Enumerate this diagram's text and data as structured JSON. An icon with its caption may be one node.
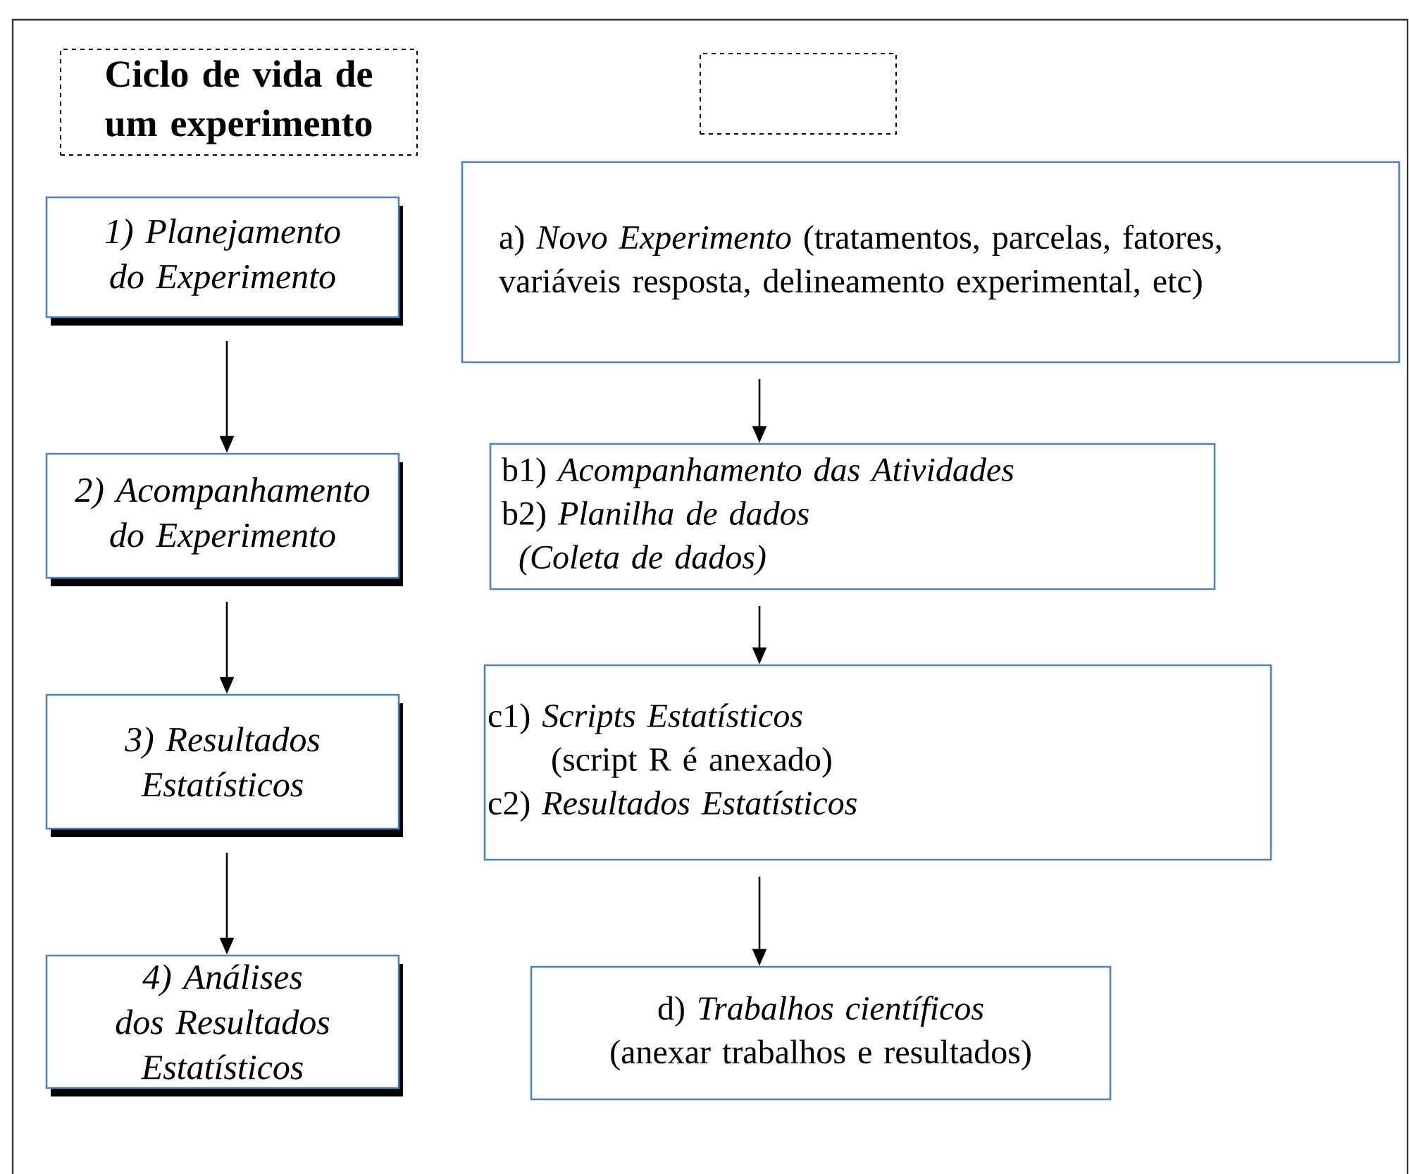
{
  "diagram": {
    "nodes": [
      {
        "text": [
          "Ciclo de vida de um experimento"
        ]
      },
      {
        "text": [
          "1) Planejamento do Experimento"
        ]
      },
      {
        "text": [
          "2) Acompanhamento do Experimento"
        ]
      },
      {
        "text": [
          "3) Resultados Estatísticos"
        ]
      },
      {
        "text": [
          "4) Análises dos Resultados Estatísticos"
        ]
      },
      {
        "text": [],
        "shape": "box"
      },
      {
        "text": [
          "a) *Novo Experimento* (tratamentos, parcelas, fatores, variáveis resposta, delineamento experimental, etc)"
        ]
      },
      {
        "text": [
          "b1) *Acompanhamento das Atividades*",
          "b2) *Planilha de dados*",
          "*(Coleta de dados)*"
        ]
      },
      {
        "text": [
          "c1) *Scripts Estatísticos*",
          "(script R é anexado)",
          "c2) *Resultados Estatísticos*"
        ]
      },
      {
        "text": [
          "d) *Trabalhos científicos* (anexar trabalhos e resultados)"
        ]
      }
    ],
    "edges": [
      {
        "from": 1,
        "to": 2,
        "arrow": "to"
      },
      {
        "from": 2,
        "to": 3,
        "arrow": "to"
      },
      {
        "from": 3,
        "to": 4,
        "arrow": "to"
      },
      {
        "from": 6,
        "to": 7,
        "arrow": "to"
      },
      {
        "from": 7,
        "to": 8,
        "arrow": "to"
      },
      {
        "from": 8,
        "to": 9,
        "arrow": "to"
      }
    ]
  }
}
